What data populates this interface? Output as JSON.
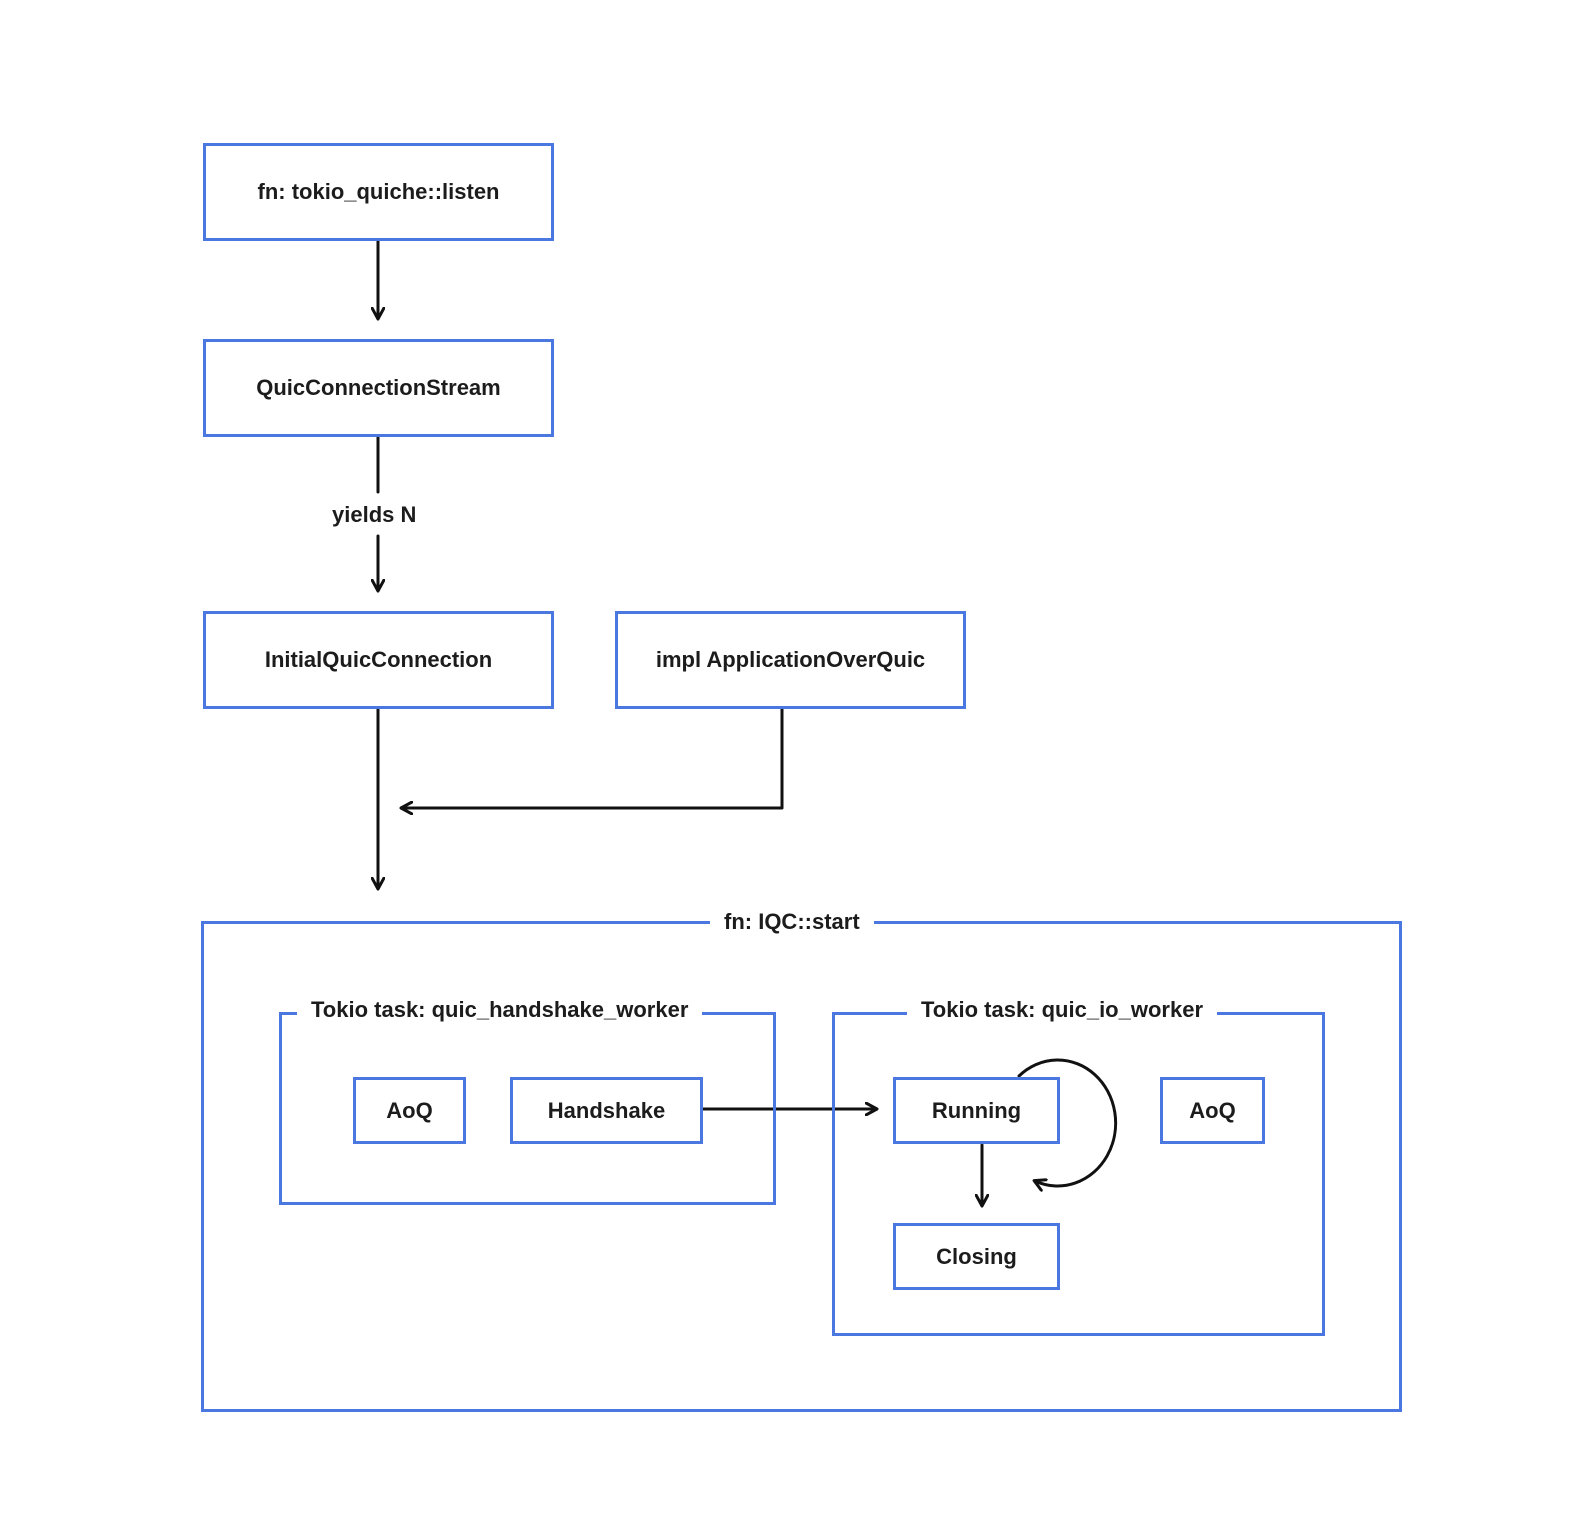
{
  "colors": {
    "box_border": "#4a78e0",
    "arrow": "#111111",
    "text": "#1c1c1c",
    "background": "#ffffff"
  },
  "nodes": {
    "listen": "fn: tokio_quiche::listen",
    "stream": "QuicConnectionStream",
    "initial": "InitialQuicConnection",
    "app": "impl ApplicationOverQuic",
    "aoq_handshake": "AoQ",
    "handshake": "Handshake",
    "running": "Running",
    "aoq_io": "AoQ",
    "closing": "Closing"
  },
  "groups": {
    "start": "fn: IQC::start",
    "handshake_worker": "Tokio task: quic_handshake_worker",
    "io_worker": "Tokio task: quic_io_worker"
  },
  "edges": {
    "yields": "yields N"
  }
}
